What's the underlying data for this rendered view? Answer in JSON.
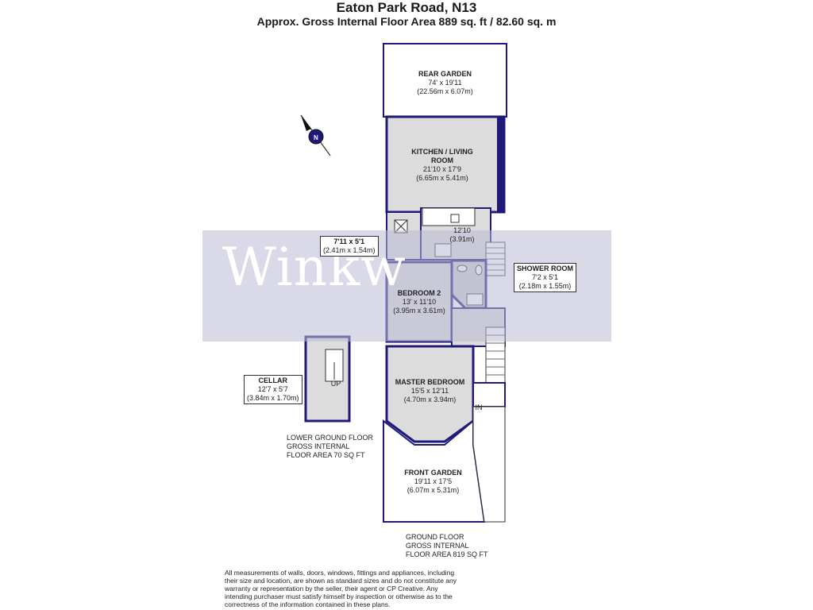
{
  "header": {
    "title": "Eaton Park Road, N13",
    "subtitle": "Approx. Gross Internal Floor Area 889 sq. ft / 82.60 sq. m"
  },
  "watermark": {
    "text": "Winkw"
  },
  "rooms": {
    "rear_garden": {
      "name": "REAR GARDEN",
      "imperial": "74' x 19'11",
      "metric": "(22.56m x 6.07m)"
    },
    "kitchen": {
      "name_line1": "KITCHEN / LIVING",
      "name_line2": "ROOM",
      "imperial": "21'10 x 17'9",
      "metric": "(6.65m x 5.41m)"
    },
    "kitchen_extra": {
      "imperial": "12'10",
      "metric": "(3.91m)"
    },
    "utility": {
      "imperial": "7'11 x 5'1",
      "metric": "(2.41m x 1.54m)"
    },
    "shower_room": {
      "name": "SHOWER ROOM",
      "imperial": "7'2 x 5'1",
      "metric": "(2.18m x 1.55m)"
    },
    "bedroom2": {
      "name": "BEDROOM 2",
      "imperial": "13' x 11'10",
      "metric": "(3.95m x 3.61m)"
    },
    "master_bedroom": {
      "name": "MASTER BEDROOM",
      "imperial": "15'5 x 12'11",
      "metric": "(4.70m x 3.94m)"
    },
    "front_garden": {
      "name": "FRONT GARDEN",
      "imperial": "19'11 x 17'5",
      "metric": "(6.07m x 5.31m)"
    },
    "cellar": {
      "name": "CELLAR",
      "imperial": "12'7 x 5'7",
      "metric": "(3.84m x 1.70m)"
    }
  },
  "markers": {
    "up": "UP",
    "in": "IN",
    "compass": "N"
  },
  "lower_ground": {
    "line1": "LOWER GROUND FLOOR",
    "line2": "GROSS INTERNAL",
    "line3": "FLOOR AREA 70 SQ FT"
  },
  "ground_floor": {
    "line1": "GROUND FLOOR",
    "line2": "GROSS INTERNAL",
    "line3": "FLOOR AREA 819 SQ FT"
  },
  "disclaimer": "All measurements of walls, doors, windows, fittings and appliances, including their size and location, are shown as standard sizes and do not constitute any warranty or representation by the seller, their agent or CP Creative. Any intending purchaser must satisfy himself by inspection or otherwise as to the correctness of the information contained in these plans.",
  "colors": {
    "wall": "#1f1a7a",
    "room_fill": "#dcdcdc",
    "garden_fill": "#ffffff",
    "watermark_band": "#b9b9d6"
  }
}
